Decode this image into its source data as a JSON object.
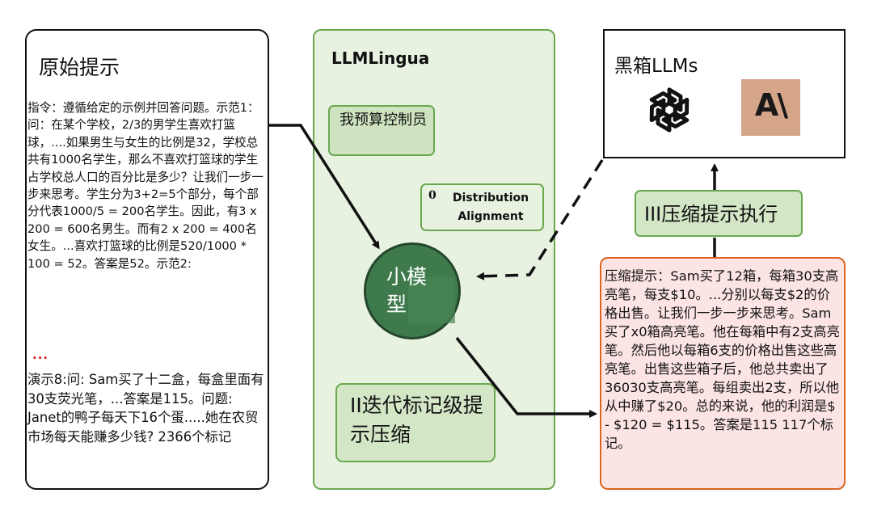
{
  "original_prompt": {
    "title": "原始提示",
    "body": "指令：遵循给定的示例并回答问题。示范1：问：在某个学校，2/3的男学生喜欢打篮球，....如果男生与女生的比例是32，学校总共有1000名学生，那么不喜欢打篮球的学生占学校总人口的百分比是多少？让我们一步一步来思考。学生分为3+2=5个部分，每个部分代表1000/5 = 200名学生。因此，有3 x 200 = 600名男生。而有2 x 200 = 400名女生。...喜欢打篮球的比例是520/1000 * 100 = 52。答案是52。示范2:",
    "ellipsis": "...",
    "demo": "演示8:问: Sam买了十二盒，每盒里面有30支荧光笔，...答案是115。问题: Janet的鸭子每天下16个蛋.....她在农贸市场每天能赚多少钱? 2366个标记"
  },
  "llmlingua": {
    "title": "LLMLingua",
    "budget_controller": "我预算控制员",
    "distribution_number": "0",
    "distribution_alignment": "Distribution Alignment",
    "small_model": "小模型",
    "iterative": "II迭代标记级提示压缩"
  },
  "black_box": {
    "title": "黑箱LLMs",
    "openai_icon": "openai-logo",
    "anthropic_icon": "anthropic-logo",
    "anthropic_text": "A\\"
  },
  "execution": {
    "label": "III压缩提示执行"
  },
  "compressed_prompt": {
    "body": "压缩提示：Sam买了12箱，每箱30支高亮笔，每支$10。...分别以每支$2的价格出售。让我们一步一步来思考。Sam买了x0箱高亮笔。他在每箱中有2支高亮笔。然后他以每箱6支的价格出售这些高亮笔。出售这些箱子后，他总共卖出了36030支高亮笔。每组卖出2支，所以他从中赚了$20。总的来说，他的利润是$ - $120 = $115。答案是115 117个标记。"
  },
  "colors": {
    "green_border": "#6aa84f",
    "green_fill": "#e8f2e1",
    "small_model_fill": "#3f7a4c",
    "compressed_border": "#d9641e",
    "compressed_fill": "#fde4e4",
    "anthropic_bg": "#d4a589"
  }
}
